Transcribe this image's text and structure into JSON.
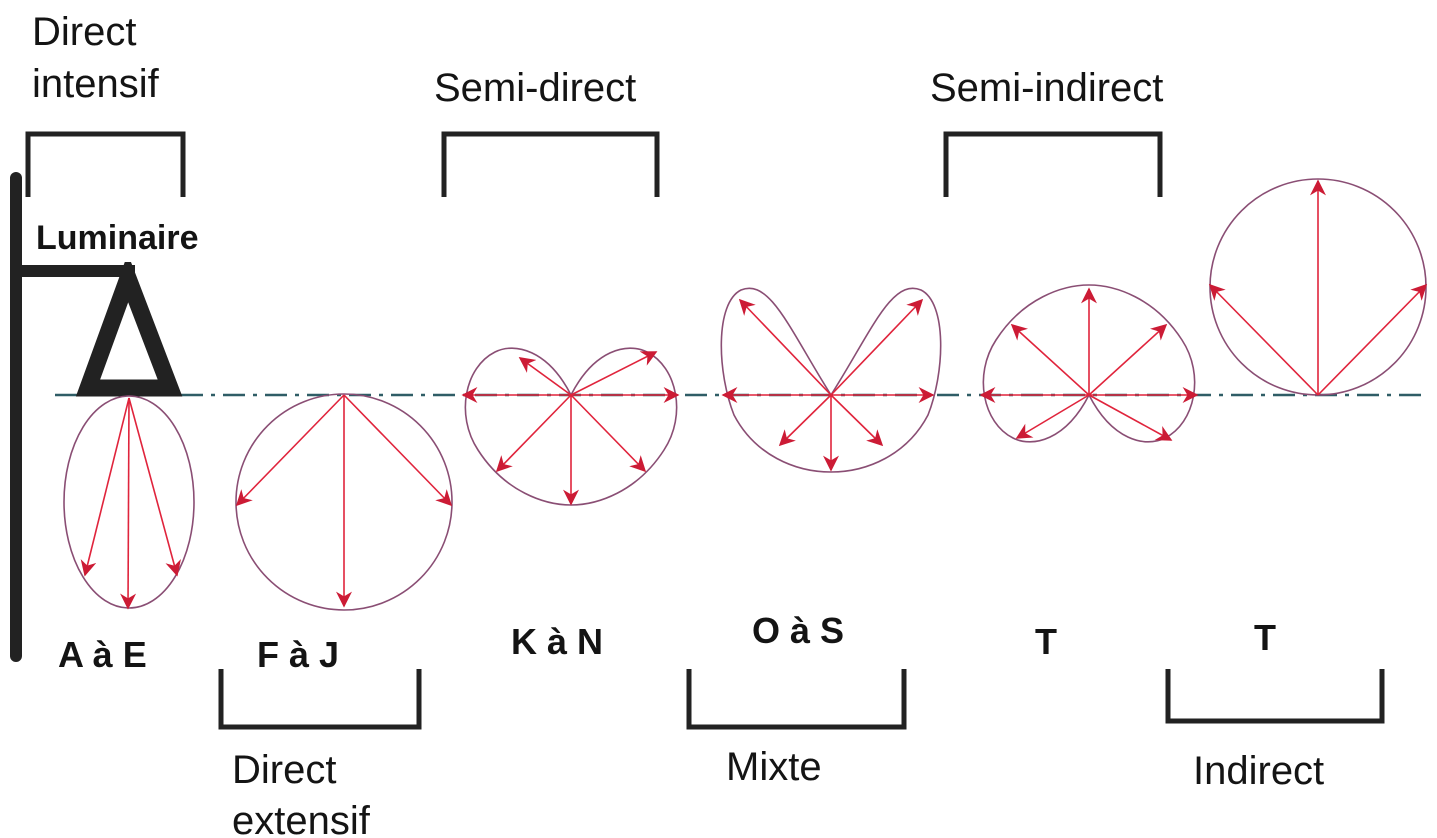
{
  "diagram": {
    "luminaire_label": "Luminaire",
    "top_categories": [
      {
        "id": "direct-intensif",
        "lines": [
          "Direct",
          "intensif"
        ]
      },
      {
        "id": "semi-direct",
        "lines": [
          "Semi-direct"
        ]
      },
      {
        "id": "semi-indirect",
        "lines": [
          "Semi-indirect"
        ]
      }
    ],
    "bottom_categories": [
      {
        "id": "direct-extensif",
        "lines": [
          "Direct",
          "extensif"
        ]
      },
      {
        "id": "mixte",
        "lines": [
          "Mixte"
        ]
      },
      {
        "id": "indirect",
        "lines": [
          "Indirect"
        ]
      }
    ],
    "class_codes": [
      "A à E",
      "F à J",
      "K à N",
      "O à S",
      "T",
      "T"
    ],
    "colors": {
      "ink": "#222222",
      "arrow": "#e0243c",
      "curve": "#8a4e74",
      "axis": "#2f5d66"
    }
  }
}
